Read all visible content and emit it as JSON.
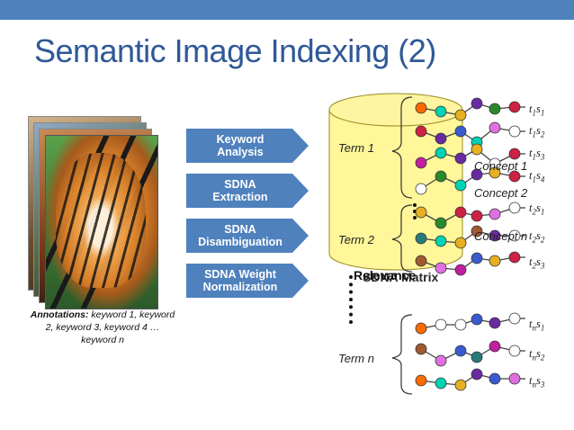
{
  "title": "Semantic Image Indexing (2)",
  "annotations": {
    "prefix": "Annotations:",
    "text": " keyword 1, keyword 2, keyword 3, keyword 4 … keyword n"
  },
  "steps": [
    {
      "line1": "Keyword",
      "line2": "Analysis"
    },
    {
      "line1": "SDNA",
      "line2": "Extraction"
    },
    {
      "line1": "SDNA",
      "line2": "Disambiguation"
    },
    {
      "line1": "SDNA Weight",
      "line2": "Normalization"
    }
  ],
  "terms": [
    "Term 1",
    "Term 2",
    "Term n"
  ],
  "concepts": [
    "Concept 1",
    "Concept 2",
    "Concept n"
  ],
  "matrix_labels": [
    "Relevance",
    "SDNA Matrix"
  ],
  "senses": [
    {
      "t": "t",
      "ti": "1",
      "s": "s",
      "si": "1"
    },
    {
      "t": "t",
      "ti": "1",
      "s": "s",
      "si": "2"
    },
    {
      "t": "t",
      "ti": "1",
      "s": "s",
      "si": "3"
    },
    {
      "t": "t",
      "ti": "1",
      "s": "s",
      "si": "4"
    },
    {
      "t": "t",
      "ti": "2",
      "s": "s",
      "si": "1"
    },
    {
      "t": "t",
      "ti": "2",
      "s": "s",
      "si": "2"
    },
    {
      "t": "t",
      "ti": "2",
      "s": "s",
      "si": "3"
    },
    {
      "t": "t",
      "ti": "n",
      "s": "s",
      "si": "1"
    },
    {
      "t": "t",
      "ti": "n",
      "s": "s",
      "si": "2"
    },
    {
      "t": "t",
      "ti": "n",
      "s": "s",
      "si": "3"
    }
  ],
  "colors": {
    "top_bar": "#4f81bd",
    "title": "#2f5897",
    "step_box": "#4f81bd",
    "cylinder": "#fff799",
    "node_palette": [
      "#ff6a00",
      "#00d2b4",
      "#e7b020",
      "#6a2aa0",
      "#2a8a2a",
      "#cc2244",
      "#e070e0",
      "#2a7a7a",
      "#3a5ad0",
      "#a05a30",
      "#c020a0",
      "#ffffff"
    ]
  }
}
